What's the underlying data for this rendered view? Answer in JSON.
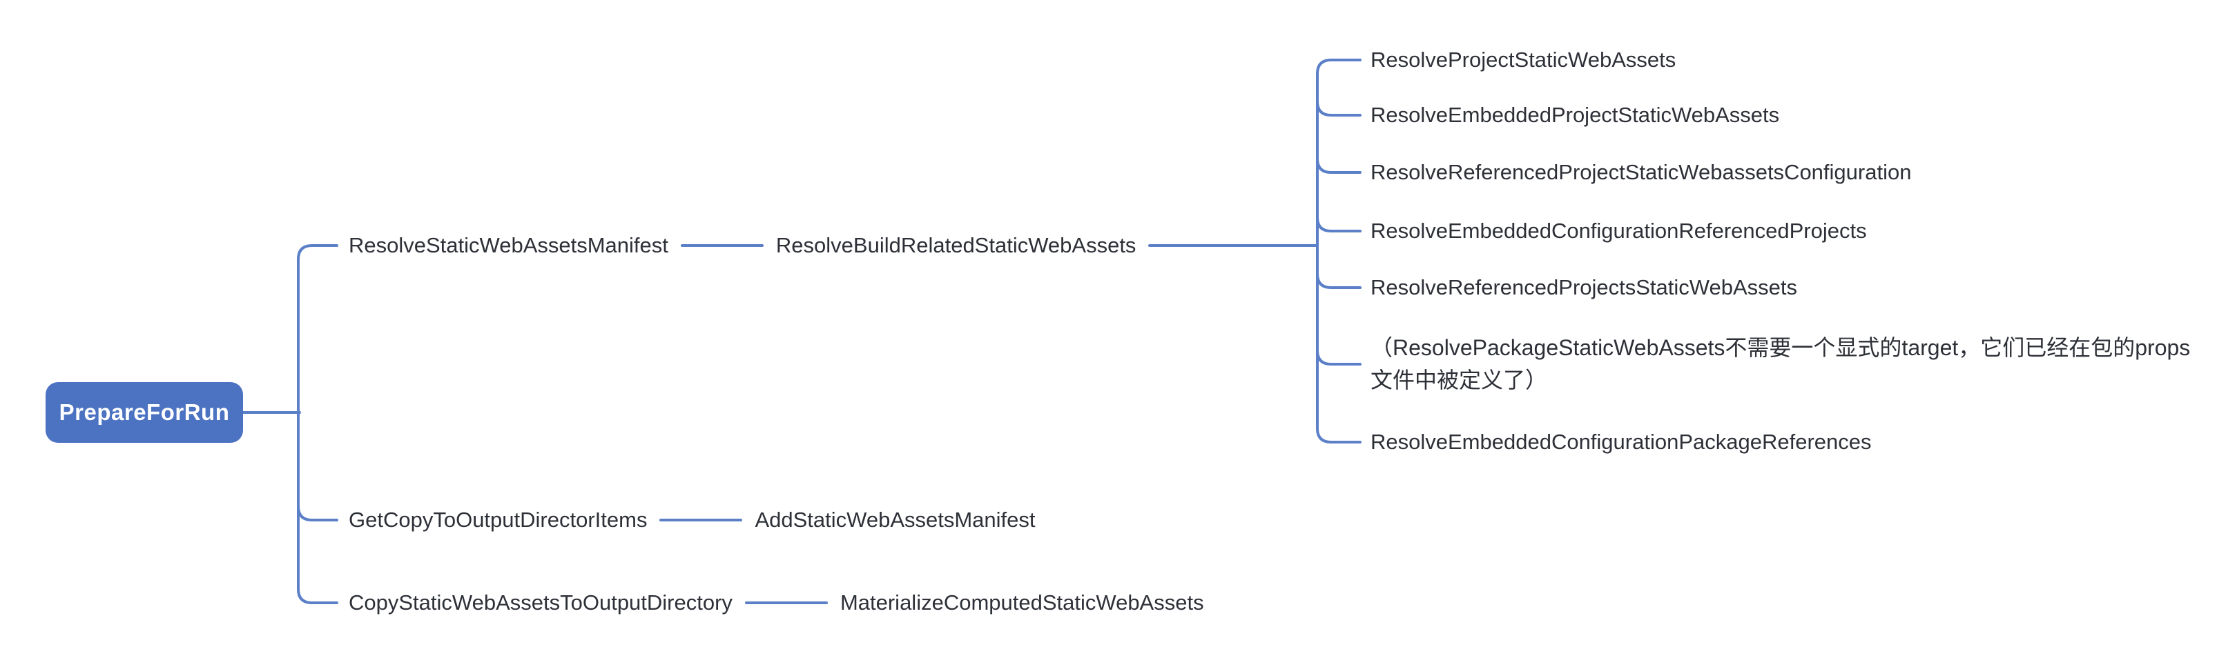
{
  "colors": {
    "topic_fill": "#4c72c2",
    "topic_text": "#ffffff",
    "connector": "#5b80c8",
    "label_text": "#2d3037",
    "canvas_bg": "#ffffff"
  },
  "root": {
    "label": "PrepareForRun"
  },
  "branches": [
    {
      "label": "ResolveStaticWebAssetsManifest",
      "child": {
        "label": "ResolveBuildRelatedStaticWebAssets",
        "children": [
          "ResolveProjectStaticWebAssets",
          "ResolveEmbeddedProjectStaticWebAssets",
          "ResolveReferencedProjectStaticWebassetsConfiguration",
          "ResolveEmbeddedConfigurationReferencedProjects",
          "ResolveReferencedProjectsStaticWebAssets",
          "（ResolvePackageStaticWebAssets不需要一个显式的target，它们已经在包的props文件中被定义了）",
          "ResolveEmbeddedConfigurationPackageReferences"
        ]
      }
    },
    {
      "label": "GetCopyToOutputDirectorItems",
      "child": {
        "label": "AddStaticWebAssetsManifest"
      }
    },
    {
      "label": "CopyStaticWebAssetsToOutputDirectory",
      "child": {
        "label": "MaterializeComputedStaticWebAssets"
      }
    }
  ]
}
